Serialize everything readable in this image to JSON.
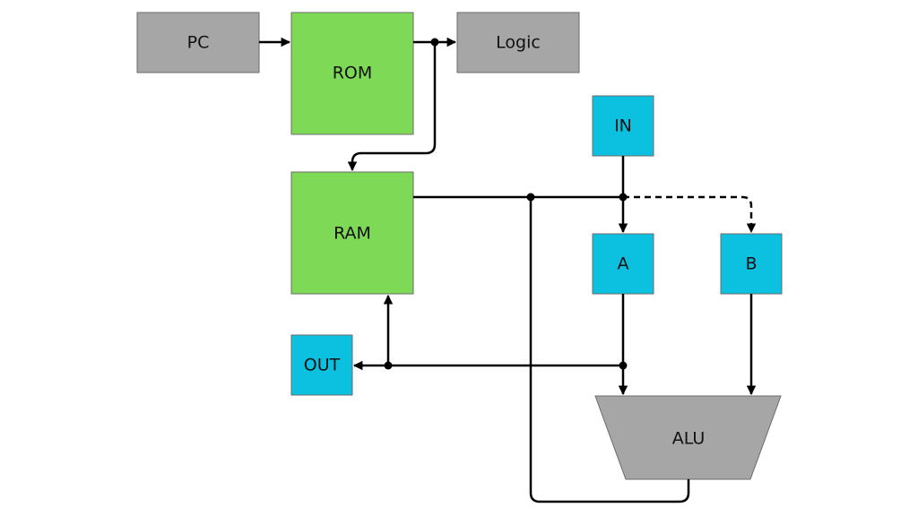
{
  "colors": {
    "gray": "#a6a6a6",
    "green": "#7ed957",
    "cyan": "#0cc0df",
    "border": "#6b6b6b",
    "wire": "#000000"
  },
  "blocks": {
    "pc": "PC",
    "rom": "ROM",
    "logic": "Logic",
    "ram": "RAM",
    "in": "IN",
    "a": "A",
    "b": "B",
    "out": "OUT",
    "alu": "ALU"
  }
}
